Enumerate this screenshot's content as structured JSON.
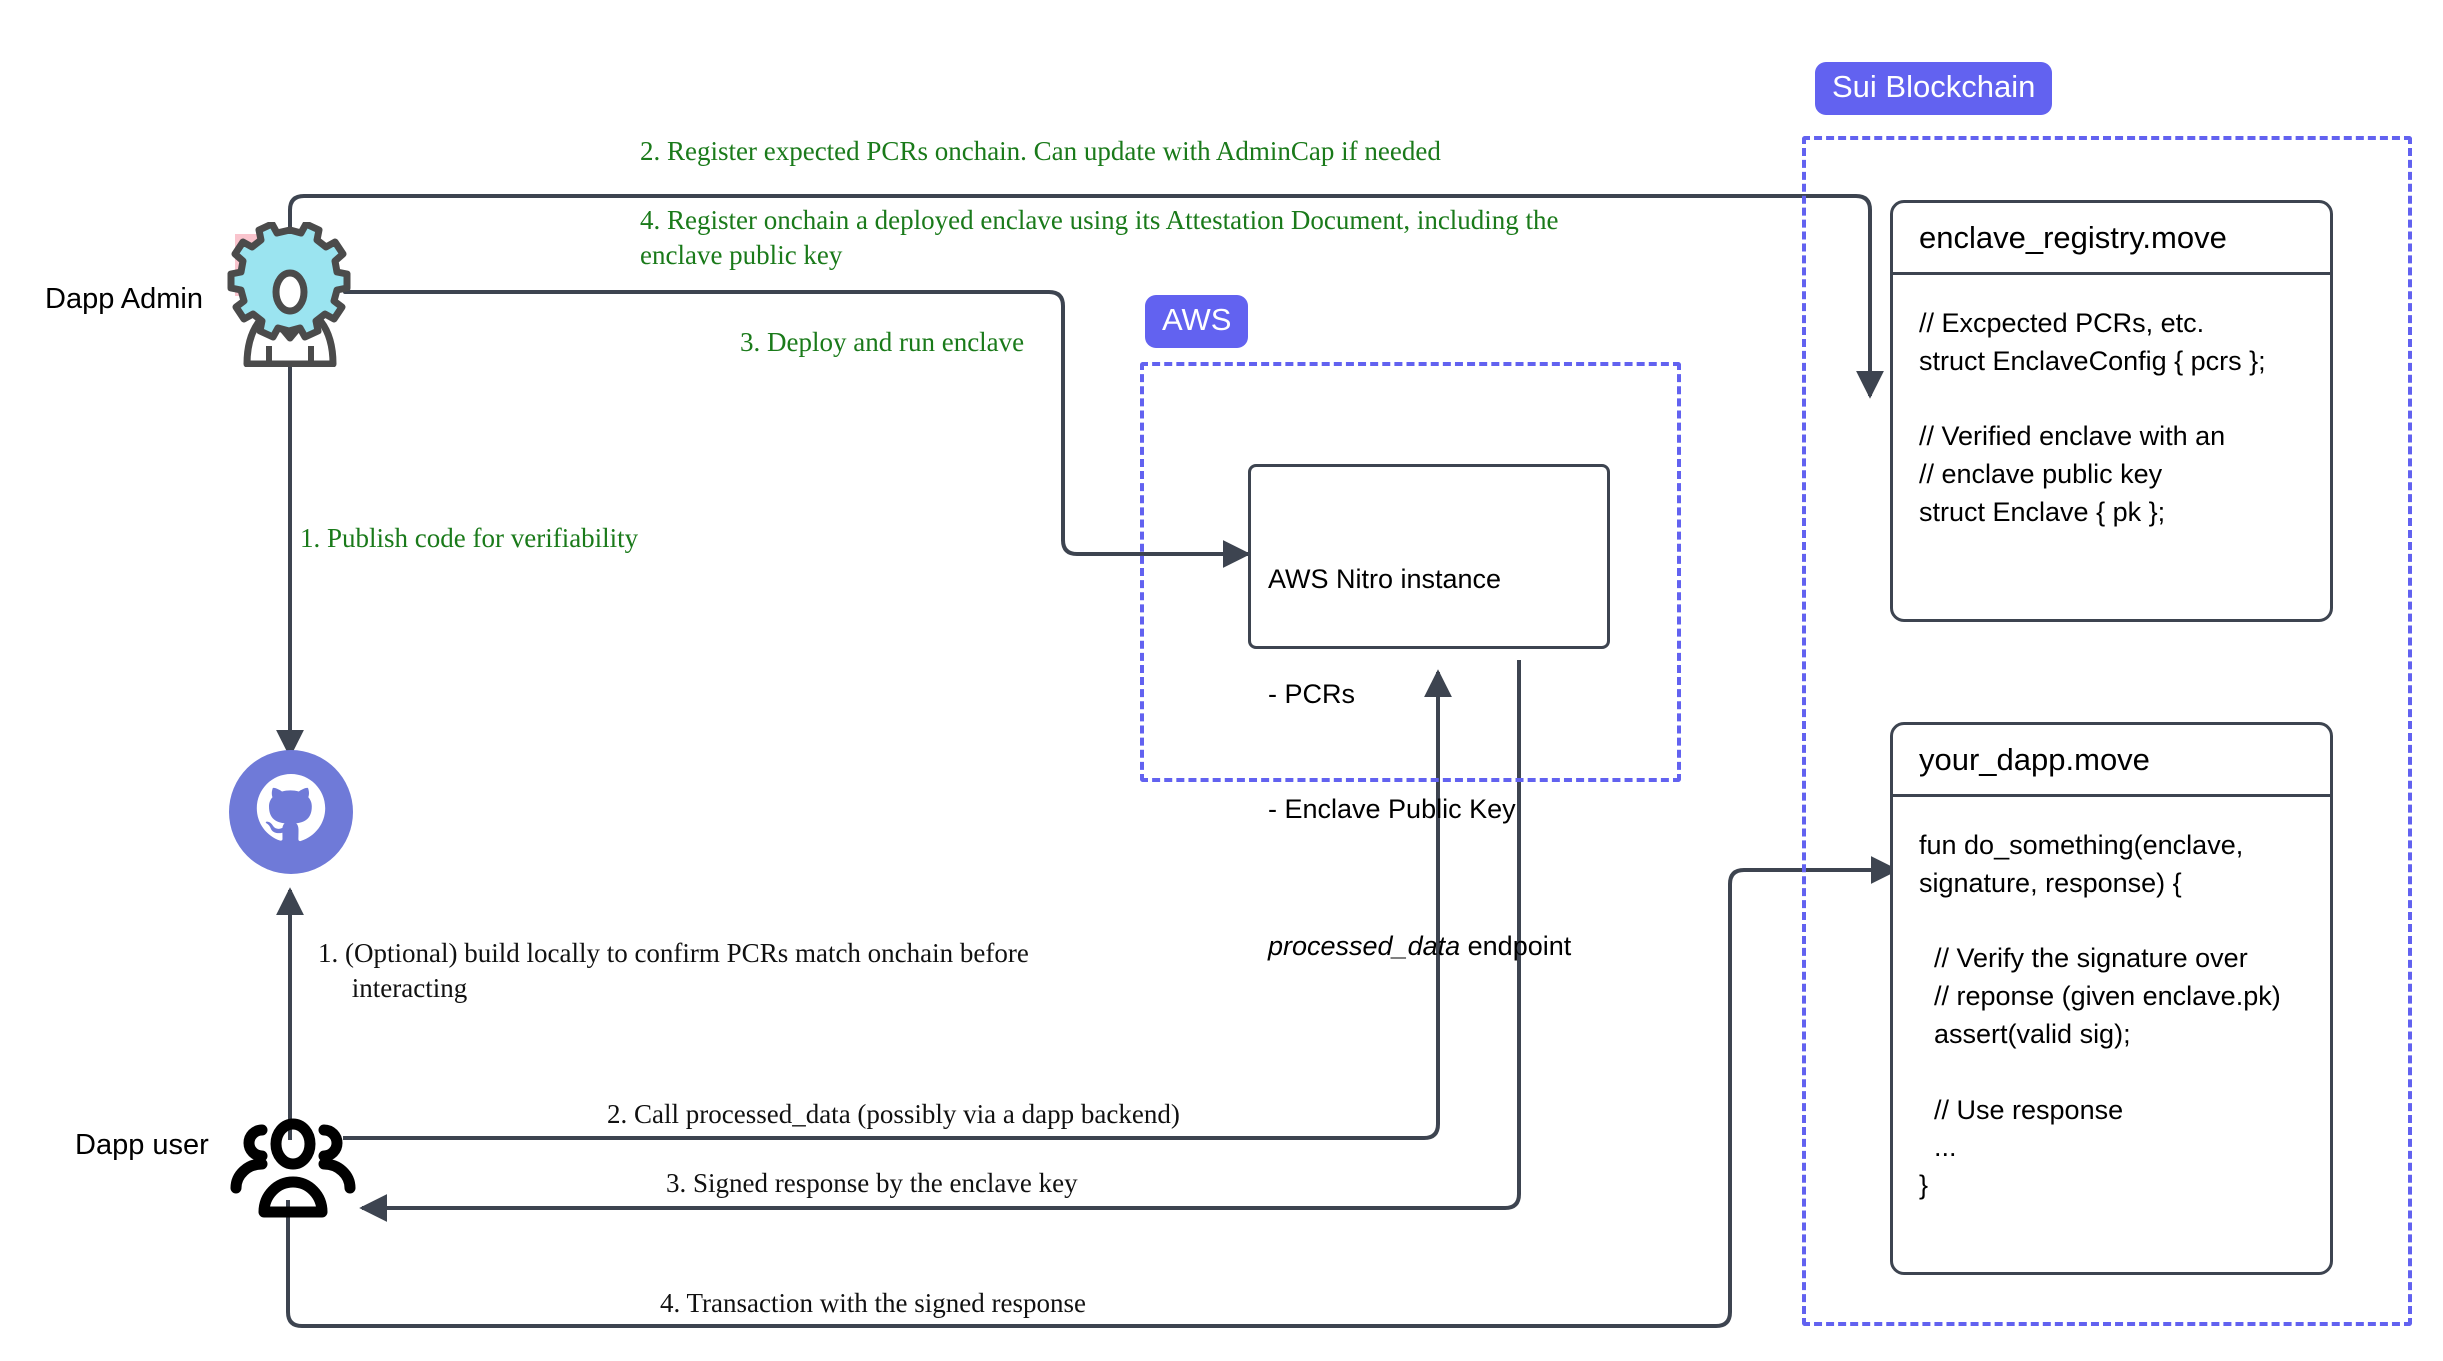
{
  "actors": {
    "admin_label": "Dapp Admin",
    "user_label": "Dapp user",
    "admin_icon": "gear-over-person-icon",
    "user_icon": "group-of-people-icon",
    "repo_icon": "github-octocat-icon"
  },
  "badges": {
    "sui": "Sui Blockchain",
    "aws": "AWS"
  },
  "colors": {
    "badge_purple": "#6262F0",
    "dashed_purple": "#6262F0",
    "wire_gray": "#3d4450",
    "step_green": "#1a7a1a",
    "step_black": "#111111",
    "pink_accent": "#f9c4cd",
    "gear_cyan": "#9be4f0",
    "github_blue": "#6f7ad8"
  },
  "steps": {
    "admin_register_pcrs": "2. Register expected PCRs onchain. Can update with AdminCap if needed",
    "admin_register_enclave": "4. Register onchain a deployed enclave using its Attestation Document, including the\nenclave public key",
    "admin_deploy": "3. Deploy and run enclave",
    "admin_publish": "1. Publish code for verifiability",
    "user_build_locally": "1. (Optional) build locally to confirm PCRs match onchain before\n     interacting",
    "user_call": "2. Call processed_data (possibly via a dapp backend)",
    "user_signed_response": "3. Signed response by the enclave key",
    "user_transaction": "4. Transaction with the signed response"
  },
  "nitro": {
    "title": "AWS Nitro instance",
    "bullet_pcrs": "- PCRs",
    "bullet_key": "- Enclave Public Key",
    "endpoint_name": "processed_data",
    "endpoint_suffix": " endpoint"
  },
  "modules": [
    {
      "title": "enclave_registry.move",
      "body": "// Excpected PCRs, etc.\nstruct EnclaveConfig { pcrs };\n\n// Verified enclave with an\n// enclave public key\nstruct Enclave { pk };"
    },
    {
      "title": "your_dapp.move",
      "body": "fun do_something(enclave,\nsignature, response) {\n\n  // Verify the signature over\n  // reponse (given enclave.pk)\n  assert(valid sig);\n\n  // Use response\n  ...\n}"
    }
  ]
}
